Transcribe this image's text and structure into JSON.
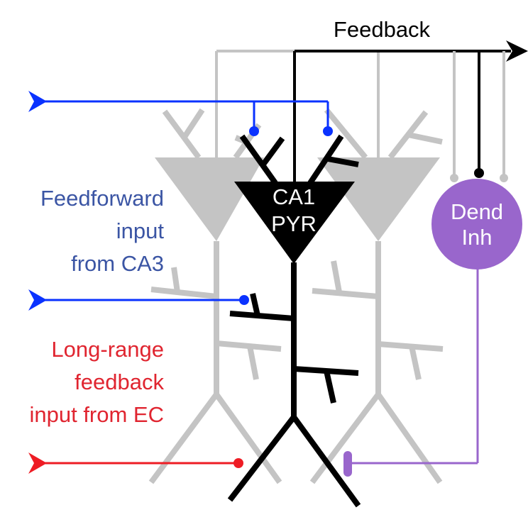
{
  "title": "CA1 pyramidal cell circuit",
  "colors": {
    "pyramidal_active": "#000000",
    "pyramidal_neighbor": "#c4c4c4",
    "feedforward": "#0a32ff",
    "feedforward_text": "#3b55a4",
    "longrange": "#ee1c24",
    "longrange_text": "#e02530",
    "inhibitory": "#9966cc",
    "feedback": "#000000"
  },
  "labels": {
    "feedback": "Feedback",
    "pyr_line1": "CA1",
    "pyr_line2": "PYR",
    "inh_line1": "Dend",
    "inh_line2": "Inh",
    "feedforward": [
      "Feedforward",
      "input",
      "from CA3"
    ],
    "longrange": [
      "Long-range",
      "feedback",
      "input from EC"
    ]
  },
  "nodes": [
    {
      "id": "ca1-pyr",
      "label": "CA1 PYR",
      "type": "excitatory"
    },
    {
      "id": "pyr-left",
      "label": "",
      "type": "excitatory-neighbor"
    },
    {
      "id": "pyr-right",
      "label": "",
      "type": "excitatory-neighbor"
    },
    {
      "id": "dend-inh",
      "label": "Dend Inh",
      "type": "inhibitory"
    }
  ],
  "edges": [
    {
      "from": "CA3",
      "to": "ca1-pyr",
      "target": "apical tuft",
      "kind": "excitatory"
    },
    {
      "from": "CA3",
      "to": "ca1-pyr",
      "target": "proximal dendrite",
      "kind": "excitatory"
    },
    {
      "from": "EC",
      "to": "ca1-pyr",
      "target": "distal dendrite",
      "kind": "excitatory"
    },
    {
      "from": "ca1-pyr",
      "to": "dend-inh",
      "kind": "excitatory"
    },
    {
      "from": "pyr-left",
      "to": "dend-inh",
      "kind": "excitatory"
    },
    {
      "from": "pyr-right",
      "to": "dend-inh",
      "kind": "excitatory"
    },
    {
      "from": "dend-inh",
      "to": "ca1-pyr",
      "target": "dendrite",
      "kind": "inhibitory"
    }
  ]
}
